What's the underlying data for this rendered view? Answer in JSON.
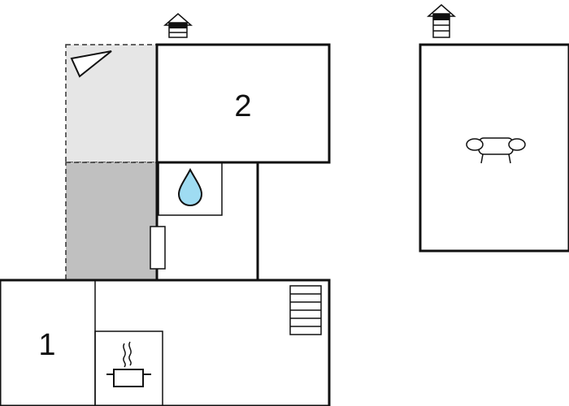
{
  "floorplan": {
    "rooms": [
      {
        "id": "bedroom-2",
        "label": "2"
      },
      {
        "id": "bedroom-1",
        "label": "1"
      }
    ],
    "icons": [
      "house-floor-icon",
      "house-floor-alt-icon",
      "sun-triangle-icon",
      "water-drop-icon",
      "sofa-icon",
      "cooking-pot-icon",
      "stairs-icon",
      "door-panel-icon"
    ],
    "colors": {
      "wall": "#111111",
      "terrace": "#e6e6e6",
      "covered_terrace": "#c0c0c0",
      "water": "#9fdcf2",
      "background": "#ffffff"
    }
  }
}
